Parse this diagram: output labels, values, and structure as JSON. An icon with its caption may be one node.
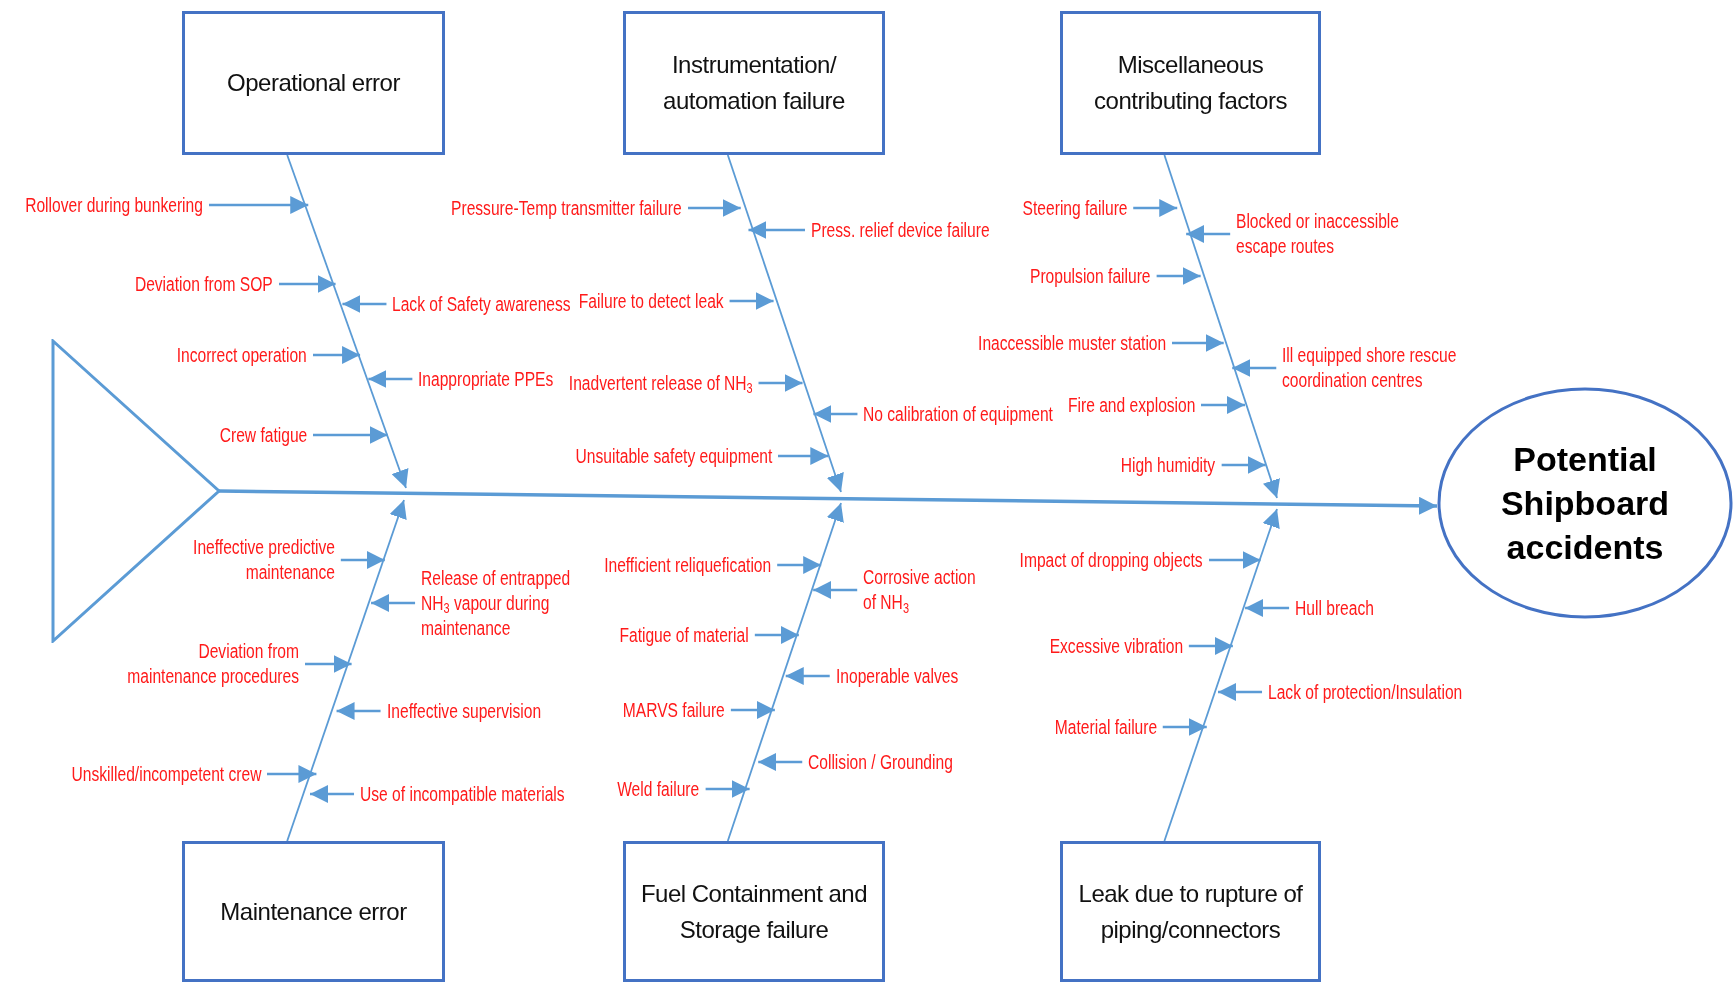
{
  "diagram": {
    "nodes": [
      {
        "text": [
          "Operational error"
        ]
      },
      {
        "text": [
          "Instrumentation/ automation failure"
        ]
      },
      {
        "text": [
          "Miscellaneous contributing factors"
        ]
      },
      {
        "text": [],
        "shape": "triangle"
      },
      {
        "text": [
          "Potential Shipboard accidents"
        ]
      },
      {
        "text": [
          "Maintenance error"
        ]
      },
      {
        "text": [
          "Fuel Containment and Storage failure"
        ]
      },
      {
        "text": [
          "Leak due to rupture of piping/connectors"
        ]
      },
      {
        "text": [
          "Rollover during bunkering"
        ]
      },
      {
        "text": [
          "Deviation from SOP"
        ]
      },
      {
        "text": [
          "Lack of Safety awareness"
        ]
      },
      {
        "text": [
          "Incorrect operation"
        ]
      },
      {
        "text": [
          "Inappropriate PPEs"
        ]
      },
      {
        "text": [
          "Crew fatigue"
        ]
      },
      {
        "text": [
          "Pressure-Temp transmitter failure"
        ]
      },
      {
        "text": [
          "Press. relief device failure"
        ]
      },
      {
        "text": [
          "Failure to detect leak"
        ]
      },
      {
        "text": [
          "Inadvertent release of NH$_{3}$"
        ]
      },
      {
        "text": [
          "No calibration of equipment"
        ]
      },
      {
        "text": [
          "Unsuitable safety equipment"
        ]
      },
      {
        "text": [
          "Steering failure"
        ]
      },
      {
        "text": [
          "Blocked or inaccessible escape routes"
        ]
      },
      {
        "text": [
          "Propulsion failure"
        ]
      },
      {
        "text": [
          "Inaccessible muster station"
        ]
      },
      {
        "text": [
          "Ill equipped shore rescue coordination centres"
        ]
      },
      {
        "text": [
          "Fire and explosion"
        ]
      },
      {
        "text": [
          "High humidity"
        ]
      },
      {
        "text": [
          "Ineffective predictive maintenance"
        ]
      },
      {
        "text": [
          "Release of entrapped NH$_{3}$ vapour during maintenance"
        ]
      },
      {
        "text": [
          "Deviation from maintenance procedures"
        ]
      },
      {
        "text": [
          "Ineffective supervision"
        ]
      },
      {
        "text": [
          "Unskilled/incompetent crew"
        ]
      },
      {
        "text": [
          "Use of incompatible materials"
        ]
      },
      {
        "text": [
          "Inefficient reliquefication"
        ]
      },
      {
        "text": [
          "Corrosive action of NH$_{3}$"
        ]
      },
      {
        "text": [
          "Fatigue of material"
        ]
      },
      {
        "text": [
          "Inoperable valves"
        ]
      },
      {
        "text": [
          "MARVS failure"
        ]
      },
      {
        "text": [
          "Collision / Grounding"
        ]
      },
      {
        "text": [
          "Weld failure"
        ]
      },
      {
        "text": [
          "Impact of dropping objects"
        ]
      },
      {
        "text": [
          "Hull breach"
        ]
      },
      {
        "text": [
          "Excessive vibration"
        ]
      },
      {
        "text": [
          "Lack of protection/Insulation"
        ]
      },
      {
        "text": [
          "Material failure"
        ]
      },
      {
        "text": [],
        "shape": "line"
      },
      {
        "text": [],
        "shape": "line"
      },
      {
        "text": [],
        "shape": "line"
      },
      {
        "text": [],
        "shape": "line"
      },
      {
        "text": [],
        "shape": "line"
      },
      {
        "text": [],
        "shape": "line"
      }
    ],
    "edges": [
      {
        "from": 3,
        "to": 4,
        "arrow": "to"
      },
      {
        "from": 8,
        "to": 45,
        "arrow": "to"
      },
      {
        "from": 9,
        "to": 45,
        "arrow": "to"
      },
      {
        "from": 10,
        "to": 45,
        "arrow": "to"
      },
      {
        "from": 11,
        "to": 45,
        "arrow": "to"
      },
      {
        "from": 12,
        "to": 45,
        "arrow": "to"
      },
      {
        "from": 13,
        "to": 45,
        "arrow": "to"
      },
      {
        "from": 14,
        "to": 46,
        "arrow": "to"
      },
      {
        "from": 15,
        "to": 46,
        "arrow": "to"
      },
      {
        "from": 16,
        "to": 46,
        "arrow": "to"
      },
      {
        "from": 17,
        "to": 46,
        "arrow": "to"
      },
      {
        "from": 18,
        "to": 46,
        "arrow": "to"
      },
      {
        "from": 19,
        "to": 46,
        "arrow": "to"
      },
      {
        "from": 20,
        "to": 47,
        "arrow": "to"
      },
      {
        "from": 21,
        "to": 47,
        "arrow": "to"
      },
      {
        "from": 22,
        "to": 47,
        "arrow": "to"
      },
      {
        "from": 23,
        "to": 47,
        "arrow": "to"
      },
      {
        "from": 24,
        "to": 47,
        "arrow": "to"
      },
      {
        "from": 25,
        "to": 47,
        "arrow": "to"
      },
      {
        "from": 26,
        "to": 47,
        "arrow": "to"
      },
      {
        "from": 27,
        "to": 48,
        "arrow": "to"
      },
      {
        "from": 28,
        "to": 48,
        "arrow": "to"
      },
      {
        "from": 29,
        "to": 48,
        "arrow": "to"
      },
      {
        "from": 30,
        "to": 48,
        "arrow": "to"
      },
      {
        "from": 31,
        "to": 48,
        "arrow": "to"
      },
      {
        "from": 32,
        "to": 48,
        "arrow": "to"
      },
      {
        "from": 33,
        "to": 49,
        "arrow": "to"
      },
      {
        "from": 34,
        "to": 49,
        "arrow": "to"
      },
      {
        "from": 35,
        "to": 49,
        "arrow": "to"
      },
      {
        "from": 36,
        "to": 49,
        "arrow": "to"
      },
      {
        "from": 37,
        "to": 49,
        "arrow": "to"
      },
      {
        "from": 38,
        "to": 49,
        "arrow": "to"
      },
      {
        "from": 39,
        "to": 49,
        "arrow": "to"
      },
      {
        "from": 40,
        "to": 50,
        "arrow": "to"
      },
      {
        "from": 41,
        "to": 50,
        "arrow": "to"
      },
      {
        "from": 42,
        "to": 50,
        "arrow": "to"
      },
      {
        "from": 43,
        "to": 50,
        "arrow": "to"
      },
      {
        "from": 44,
        "to": 50,
        "arrow": "to"
      },
      {
        "from": 0,
        "to": 45,
        "arrow": "to"
      },
      {
        "from": 1,
        "to": 46,
        "arrow": "to"
      },
      {
        "from": 2,
        "to": 47,
        "arrow": "to"
      },
      {
        "from": 5,
        "to": 48,
        "arrow": "to"
      },
      {
        "from": 6,
        "to": 49,
        "arrow": "to"
      },
      {
        "from": 7,
        "to": 50,
        "arrow": "to"
      }
    ]
  }
}
